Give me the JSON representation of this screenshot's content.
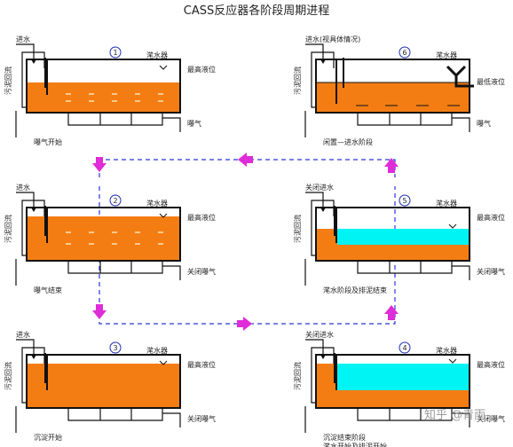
{
  "title": "CASS反应器各阶段周期进程",
  "watermark": "知乎 @青雨",
  "colors": {
    "liquid": "#f47d13",
    "clear_water": "#00f4f4",
    "arrow": "#e02bd8",
    "flow_dash": "#2b35d8",
    "circle_number": "#1c2bb5",
    "bubble": "#f8c989"
  },
  "stages": [
    {
      "number": "1",
      "inlet": "进水",
      "recycle": "污泥回流",
      "decanter": "滗水器",
      "max_level": "最高液位",
      "aeration": "曝气",
      "note": "曝气开始",
      "note2": ""
    },
    {
      "number": "2",
      "inlet": "进水",
      "recycle": "污泥回流",
      "decanter": "滗水器",
      "max_level": "最高液位",
      "aeration": "关闭曝气",
      "note": "曝气结束",
      "note2": ""
    },
    {
      "number": "3",
      "inlet": "进水",
      "recycle": "污泥回流",
      "decanter": "滗水器",
      "max_level": "最高液位",
      "aeration": "关闭曝气",
      "note": "沉淀开始",
      "note2": ""
    },
    {
      "number": "4",
      "inlet": "关闭进水",
      "recycle": "污泥回流",
      "decanter": "滗水器",
      "max_level": "最高液位",
      "aeration": "关闭曝气",
      "note": "沉淀结束阶段",
      "note2": "滗水开始及排泥开始"
    },
    {
      "number": "5",
      "inlet": "关闭进水",
      "recycle": "污泥回流",
      "decanter": "滗水器",
      "max_level": "最高液位",
      "aeration": "关闭曝气",
      "note": "滗水阶段及排泥结束",
      "note2": ""
    },
    {
      "number": "6",
      "inlet": "进水(视具体情况)",
      "recycle": "污泥回流",
      "decanter": "滗水器",
      "max_level": "最低液位",
      "aeration": "曝气",
      "note": "闲置—进水阶段",
      "note2": ""
    }
  ]
}
